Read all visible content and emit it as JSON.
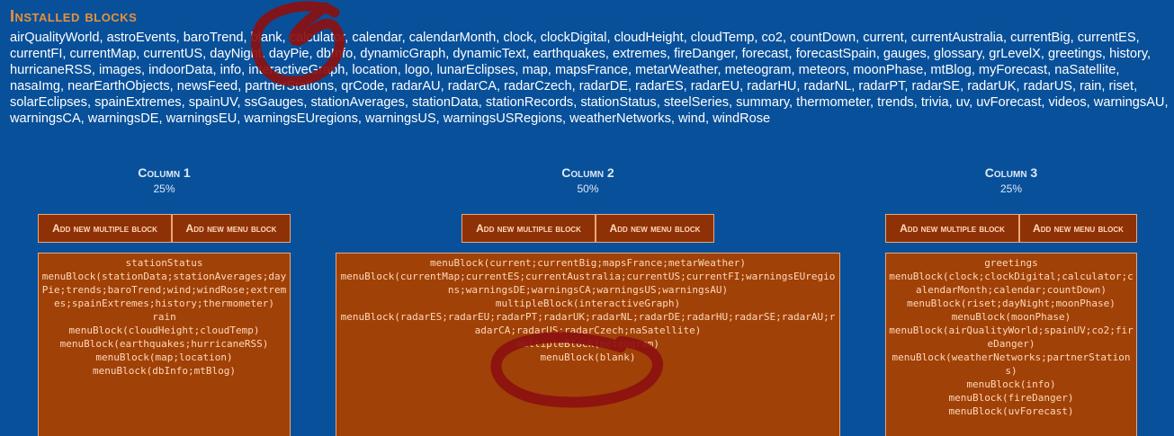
{
  "header": {
    "title": "Installed blocks"
  },
  "block_list": "airQualityWorld, astroEvents, baroTrend, blank, calculator, calendar, calendarMonth, clock, clockDigital, cloudHeight, cloudTemp, co2, countDown, current, currentAustralia, currentBig, currentES, currentFI, currentMap, currentUS, dayNight, dayPie, dbInfo, dynamicGraph, dynamicText, earthquakes, extremes, fireDanger, forecast, forecastSpain, gauges, glossary, grLevelX, greetings, history, hurricaneRSS, images, indoorData, info, interactiveGraph, location, logo, lunarEclipses, map, mapsFrance, metarWeather, meteogram, meteors, moonPhase, mtBlog, myForecast, naSatellite, nasaImg, nearEarthObjects, newsFeed, partnerStations, qrCode, radarAU, radarCA, radarCzech, radarDE, radarES, radarEU, radarHU, radarNL, radarPT, radarSE, radarUK, radarUS, rain, riset, solarEclipses, spainExtremes, spainUV, ssGauges, stationAverages, stationData, stationRecords, stationStatus, steelSeries, summary, thermometer, trends, trivia, uv, uvForecast, videos, warningsAU, warningsCA, warningsDE, warningsEU, warningsEUregions, warningsUS, warningsUSRegions, weatherNetworks, wind, windRose",
  "buttons": {
    "add_multiple": "Add new multiple block",
    "add_menu": "Add new menu block"
  },
  "columns": [
    {
      "title": "Column 1",
      "width": "25%",
      "items": [
        "stationStatus",
        "menuBlock(stationData;stationAverages;dayPie;trends;baroTrend;wind;windRose;extremes;spainExtremes;history;thermometer)",
        "rain",
        "menuBlock(cloudHeight;cloudTemp)",
        "menuBlock(earthquakes;hurricaneRSS)",
        "menuBlock(map;location)",
        "menuBlock(dbInfo;mtBlog)"
      ]
    },
    {
      "title": "Column 2",
      "width": "50%",
      "items": [
        "menuBlock(current;currentBig;mapsFrance;metarWeather)",
        "menuBlock(currentMap;currentES;currentAustralia;currentUS;currentFI;warningsEUregions;warningsDE;warningsCA;warningsUS;warningsAU)",
        "multipleBlock(interactiveGraph)",
        "menuBlock(radarES;radarEU;radarPT;radarUK;radarNL;radarDE;radarHU;radarSE;radarAU;radarCA;radarUS;radarCzech;naSatellite)",
        "multipleBlock(meteogram)",
        "menuBlock(blank)"
      ]
    },
    {
      "title": "Column 3",
      "width": "25%",
      "items": [
        "greetings",
        "menuBlock(clock;clockDigital;calculator;calendarMonth;calendar;countDown)",
        "menuBlock(riset;dayNight;moonPhase)",
        "menuBlock(moonPhase)",
        "menuBlock(airQualityWorld;spainUV;co2;fireDanger)",
        "menuBlock(weatherNetworks;partnerStations)",
        "menuBlock(info)",
        "menuBlock(fireDanger)",
        "menuBlock(uvForecast)"
      ]
    }
  ],
  "colors": {
    "background": "#08509a",
    "title": "#e8923a",
    "panel": "#a04108",
    "button": "#8f3106",
    "annotation": "#8b1010"
  }
}
